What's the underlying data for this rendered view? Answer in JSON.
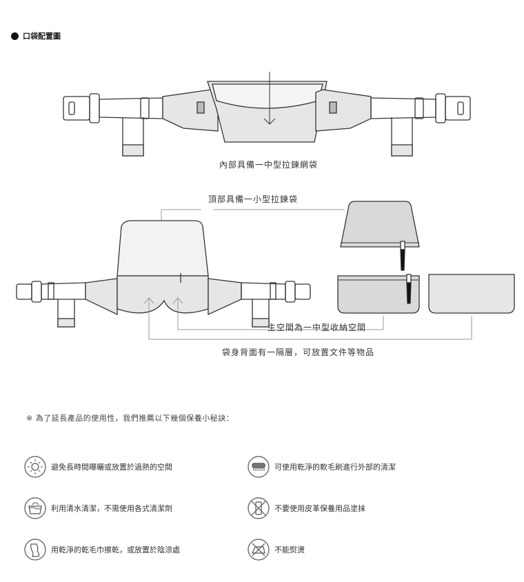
{
  "section": {
    "title": "口袋配置圖",
    "icon": "filled-circle-icon"
  },
  "diagram1": {
    "caption": "內部具備一中型拉鍊網袋"
  },
  "diagram2": {
    "top_caption": "頂部具備一小型拉鍊袋",
    "main_caption": "主空間為一中型收納空間",
    "back_caption": "袋身背面有一隔層，可放置文件等物品"
  },
  "care": {
    "note": "※ 為了延長產品的使用性，我們推薦以下幾個保養小秘訣：",
    "items": [
      {
        "icon": "sun-icon",
        "text": "避免長時間曝曬或放置於過熱的空間"
      },
      {
        "icon": "brush-icon",
        "text": "可使用乾淨的軟毛刷進行外部的清潔"
      },
      {
        "icon": "hand-wash-icon",
        "text": "利用清水清潔，不需使用各式清潔劑"
      },
      {
        "icon": "no-leather-care-icon",
        "text": "不要使用皮革保養用品塗抹"
      },
      {
        "icon": "towel-dry-icon",
        "text": "用乾淨的乾毛巾擦乾，或放置於陰涼處"
      },
      {
        "icon": "no-iron-icon",
        "text": "不能熨燙"
      }
    ]
  },
  "colors": {
    "line": "#333333",
    "fill_light": "#e6e6e6",
    "fill_mid": "#d9d9d9",
    "text": "#333333"
  }
}
